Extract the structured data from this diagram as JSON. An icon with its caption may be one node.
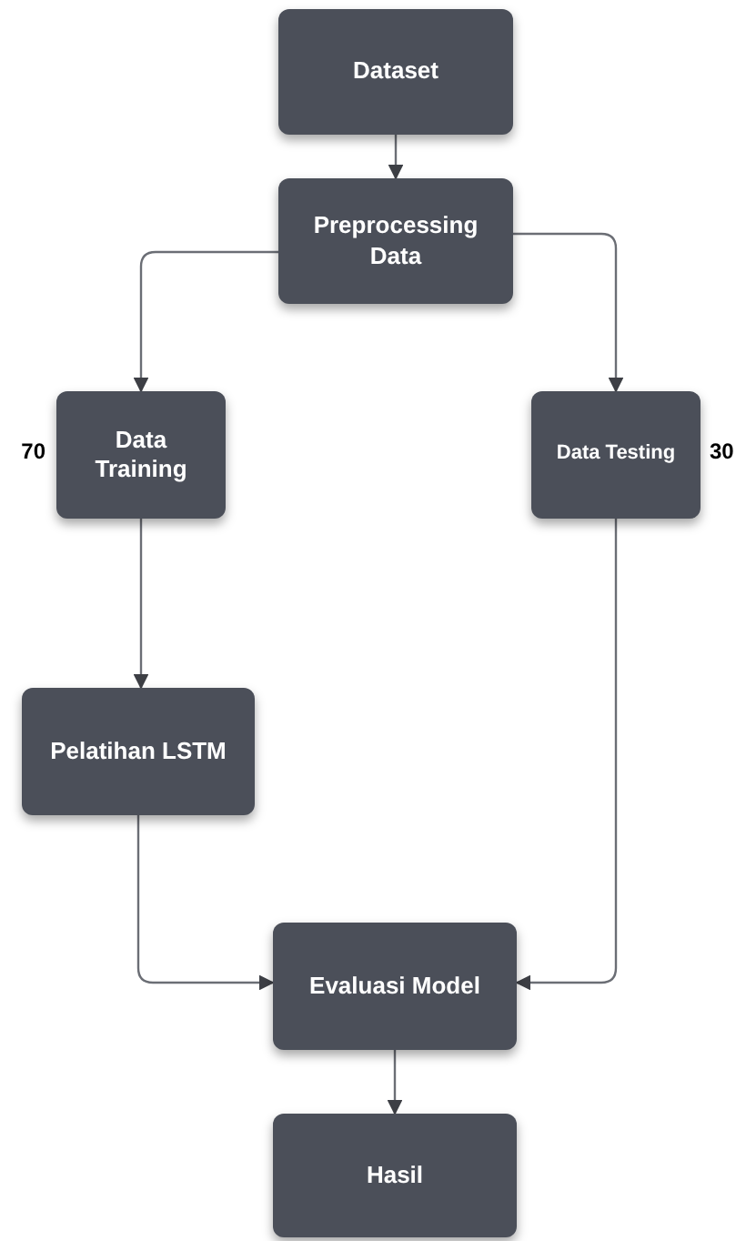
{
  "diagram": {
    "nodes": [
      {
        "text": [
          "Dataset"
        ]
      },
      {
        "text": [
          "Preprocessing Data"
        ]
      },
      {
        "text": [
          "Data Training"
        ],
        "beside": [
          "70"
        ]
      },
      {
        "text": [
          "Data Testing"
        ],
        "beside": [
          "30"
        ]
      },
      {
        "text": [
          "Pelatihan LSTM"
        ]
      },
      {
        "text": [
          "Evaluasi Model"
        ]
      },
      {
        "text": [
          "Hasil"
        ]
      }
    ],
    "edges": [
      {
        "from": 0,
        "to": 1,
        "arrow": "to"
      },
      {
        "from": 1,
        "to": 2,
        "arrow": "to"
      },
      {
        "from": 1,
        "to": 3,
        "arrow": "to"
      },
      {
        "from": 2,
        "to": 4,
        "arrow": "to"
      },
      {
        "from": 4,
        "to": 5,
        "arrow": "to"
      },
      {
        "from": 3,
        "to": 5,
        "arrow": "to"
      },
      {
        "from": 5,
        "to": 6,
        "arrow": "to"
      }
    ]
  }
}
